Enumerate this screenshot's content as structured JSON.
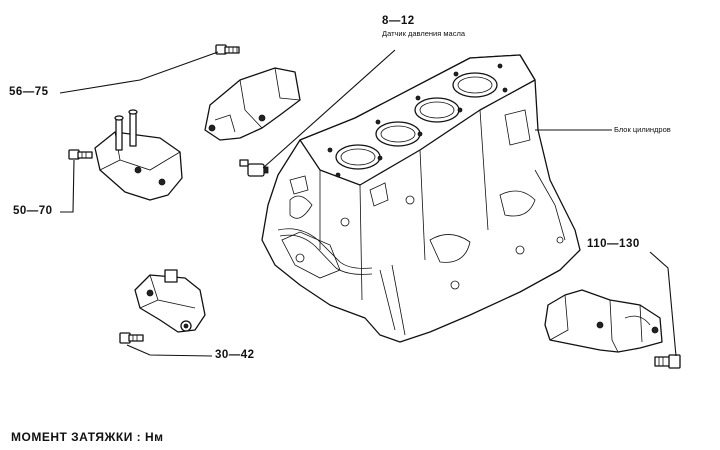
{
  "labels": {
    "torque_sender": "8—12",
    "oil_pressure_sender": "Датчик давления масла",
    "torque_bracket_top": "56—75",
    "cylinder_block": "Блок цилиндров",
    "torque_left_mount": "50—70",
    "torque_right_mount": "110—130",
    "torque_bottom_mount": "30—42"
  },
  "footer": {
    "caption": "МОМЕНТ ЗАТЯЖКИ : Нм"
  }
}
